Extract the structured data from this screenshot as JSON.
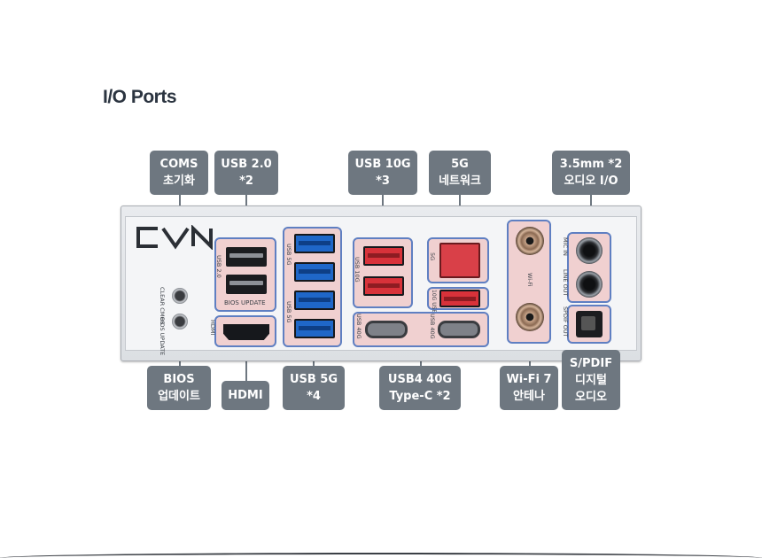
{
  "title": "I/O Ports",
  "callouts_top": {
    "coms": [
      "COMS",
      "초기화"
    ],
    "usb20": [
      "USB 2.0",
      "*2"
    ],
    "usb10g": [
      "USB 10G",
      "*3"
    ],
    "lan5g": [
      "5G",
      "네트워크"
    ],
    "audio35": [
      "3.5mm *2",
      "오디오 I/O"
    ]
  },
  "callouts_bottom": {
    "bios": [
      "BIOS",
      "업데이트"
    ],
    "hdmi": [
      "HDMI"
    ],
    "usb5g": [
      "USB 5G",
      "*4"
    ],
    "usb4": [
      "USB4 40G",
      "Type-C *2"
    ],
    "wifi": [
      "Wi-Fi 7",
      "안테나"
    ],
    "spdif": [
      "S/PDIF",
      "디지털",
      "오디오"
    ]
  },
  "silkscreen": {
    "clear_cmos": "CLEAR CMOS",
    "bios_update": "BIOS UPDATE",
    "hdmi": "HDMI",
    "usb20": "USB 2.0",
    "bios_update_bar": "BIOS  UPDATE",
    "usb5g_a": "USB 5G",
    "usb5g_b": "USB 5G",
    "usb10g": "USB 10G",
    "usb40g_a": "USB 40G",
    "usb40g_b": "USB 40G",
    "lan": "5G",
    "usb10g_b": "10G USB",
    "wifi": "Wi-Fi",
    "line_out": "LINE OUT",
    "mic_in": "MIC IN",
    "spdif_out": "SPDIF OUT"
  },
  "colors": {
    "callout_bg": "#6e7780",
    "highlight_border": "#5f7fc2",
    "highlight_fill": "#ecb0b0",
    "usb5g_blue": "#1f67c8",
    "usb10g_red": "#d8323a"
  }
}
